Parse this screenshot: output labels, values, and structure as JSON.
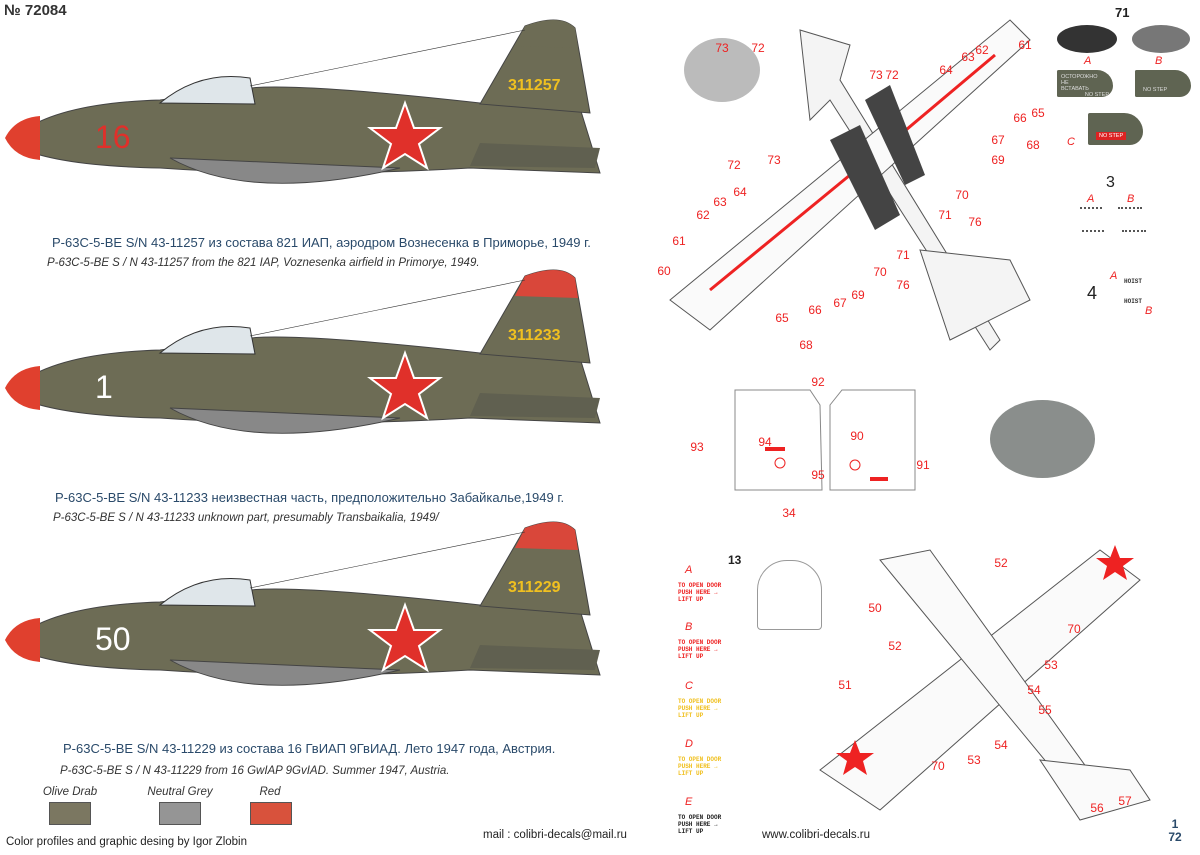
{
  "sheet_number": "№ 72084",
  "profiles": [
    {
      "code": "16",
      "serial": "311257",
      "code_color": "#e0302a",
      "tail_color": "#6d6c55",
      "caption_ru": "P-63C-5-BE S/N 43-11257 из состава 821 ИАП, аэродром Вознесенка в Приморье, 1949 г.",
      "caption_en": "P-63C-5-BE S / N 43-11257 from the 821 IAP, Voznesenka airfield in Primorye, 1949."
    },
    {
      "code": "1",
      "serial": "311233",
      "code_color": "#ffffff",
      "tail_color": "#d9473a",
      "caption_ru": "P-63C-5-BE S/N 43-11233 неизвестная часть, предположительно Забайкалье,1949 г.",
      "caption_en": "P-63C-5-BE S / N 43-11233 unknown part, presumably Transbaikalia, 1949/"
    },
    {
      "code": "50",
      "serial": "311229",
      "code_color": "#ffffff",
      "tail_color": "#d9473a",
      "caption_ru": "P-63C-5-BE S/N 43-11229  из состава 16 ГвИАП 9ГвИАД. Лето 1947 года, Австрия.",
      "caption_en": "P-63C-5-BE S / N 43-11229 from 16 GwIAP 9GvIAD. Summer 1947, Austria."
    }
  ],
  "swatches": [
    {
      "label": "Olive Drab",
      "color": "#7b7761"
    },
    {
      "label": "Neutral Grey",
      "color": "#959595"
    },
    {
      "label": "Red",
      "color": "#d8523c"
    }
  ],
  "credit": "Color profiles and graphic desing by Igor Zlobin",
  "mail": "mail :  colibri-decals@mail.ru",
  "website": "www.colibri-decals.ru",
  "scale_logo": "1/72",
  "callouts_top": [
    "73",
    "72",
    "61",
    "62",
    "63",
    "64",
    "73",
    "72",
    "65",
    "66",
    "67",
    "69",
    "68",
    "70",
    "71",
    "76",
    "72",
    "73",
    "62",
    "63",
    "64",
    "61",
    "60",
    "65",
    "66",
    "67",
    "69",
    "70",
    "71",
    "76",
    "68"
  ],
  "callouts_door": [
    "92",
    "94",
    "93",
    "95",
    "90",
    "91",
    "34"
  ],
  "callouts_bottom": [
    "50",
    "52",
    "52",
    "51",
    "70",
    "53",
    "54",
    "55",
    "54",
    "53",
    "70",
    "56",
    "57"
  ],
  "decal_71": {
    "number": "71",
    "letters": [
      "A",
      "B",
      "C"
    ],
    "stencil_ru": "ОСТОРОЖНО НЕ ВСТАВАТЬ",
    "no_step": "NO STEP"
  },
  "decal_3": {
    "number": "3",
    "letters": [
      "A",
      "B"
    ]
  },
  "decal_4": {
    "number": "4",
    "letters": [
      "A",
      "B"
    ],
    "text": "HOIST"
  },
  "decal_13": {
    "number": "13",
    "variants": [
      {
        "letter": "A",
        "color": "#e22"
      },
      {
        "letter": "B",
        "color": "#e22"
      },
      {
        "letter": "C",
        "color": "#f0c020"
      },
      {
        "letter": "D",
        "color": "#f0c020"
      },
      {
        "letter": "E",
        "color": "#222"
      }
    ],
    "text": "TO OPEN DOOR\nPUSH HERE →\nLIFT UP"
  }
}
